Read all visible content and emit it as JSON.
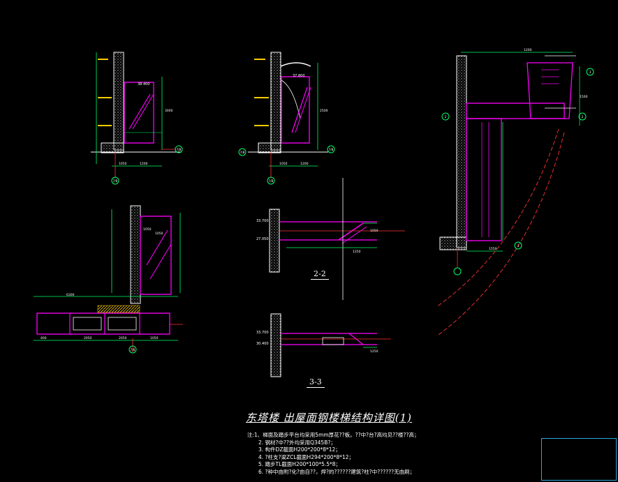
{
  "drawing": {
    "title": "东塔楼 出屋面钢楼梯结构详图(1)",
    "section_labels": [
      "2-2",
      "3-3"
    ],
    "notes": [
      "注:1、梯面及踏步平台均采用5mm厚花??板。??中?台?高均见??楼??高；",
      "2. 钢材?中??外均采用Q345B?；",
      "3. 构件DZ截面H200*200*8*12；",
      "4. ?柱支?梁ZCL截面H294*200*8*12；",
      "5. 踏步TL截面H200*100*5.5*8；",
      "6. ?种中由附?化?由自??，焊?的??????建筑?柱?中??????无由刷；"
    ]
  },
  "colors": {
    "background": "#000000",
    "wall": "#ffffff",
    "steel": "#ff00ff",
    "dimension": "#00ff66",
    "grid_line": "#ff3333",
    "hatch": "#ffcc00",
    "title_block": "#2aa8e0"
  },
  "annotations": {
    "grid_bubbles": [
      "7/B",
      "7/B",
      "7/B",
      "7/B",
      "7/B",
      "7/B",
      "2",
      "2",
      "3",
      "3"
    ],
    "elevations": [
      "38.400",
      "37.800",
      "33.700",
      "27.050",
      "33.700",
      "30.400"
    ],
    "dimensions": [
      "1050",
      "1200",
      "1050",
      "1200",
      "3000",
      "2500",
      "1250",
      "1050",
      "1050",
      "1050",
      "400",
      "6300",
      "2050",
      "2050",
      "1050",
      "1550",
      "1200",
      "1500",
      "1250"
    ]
  }
}
